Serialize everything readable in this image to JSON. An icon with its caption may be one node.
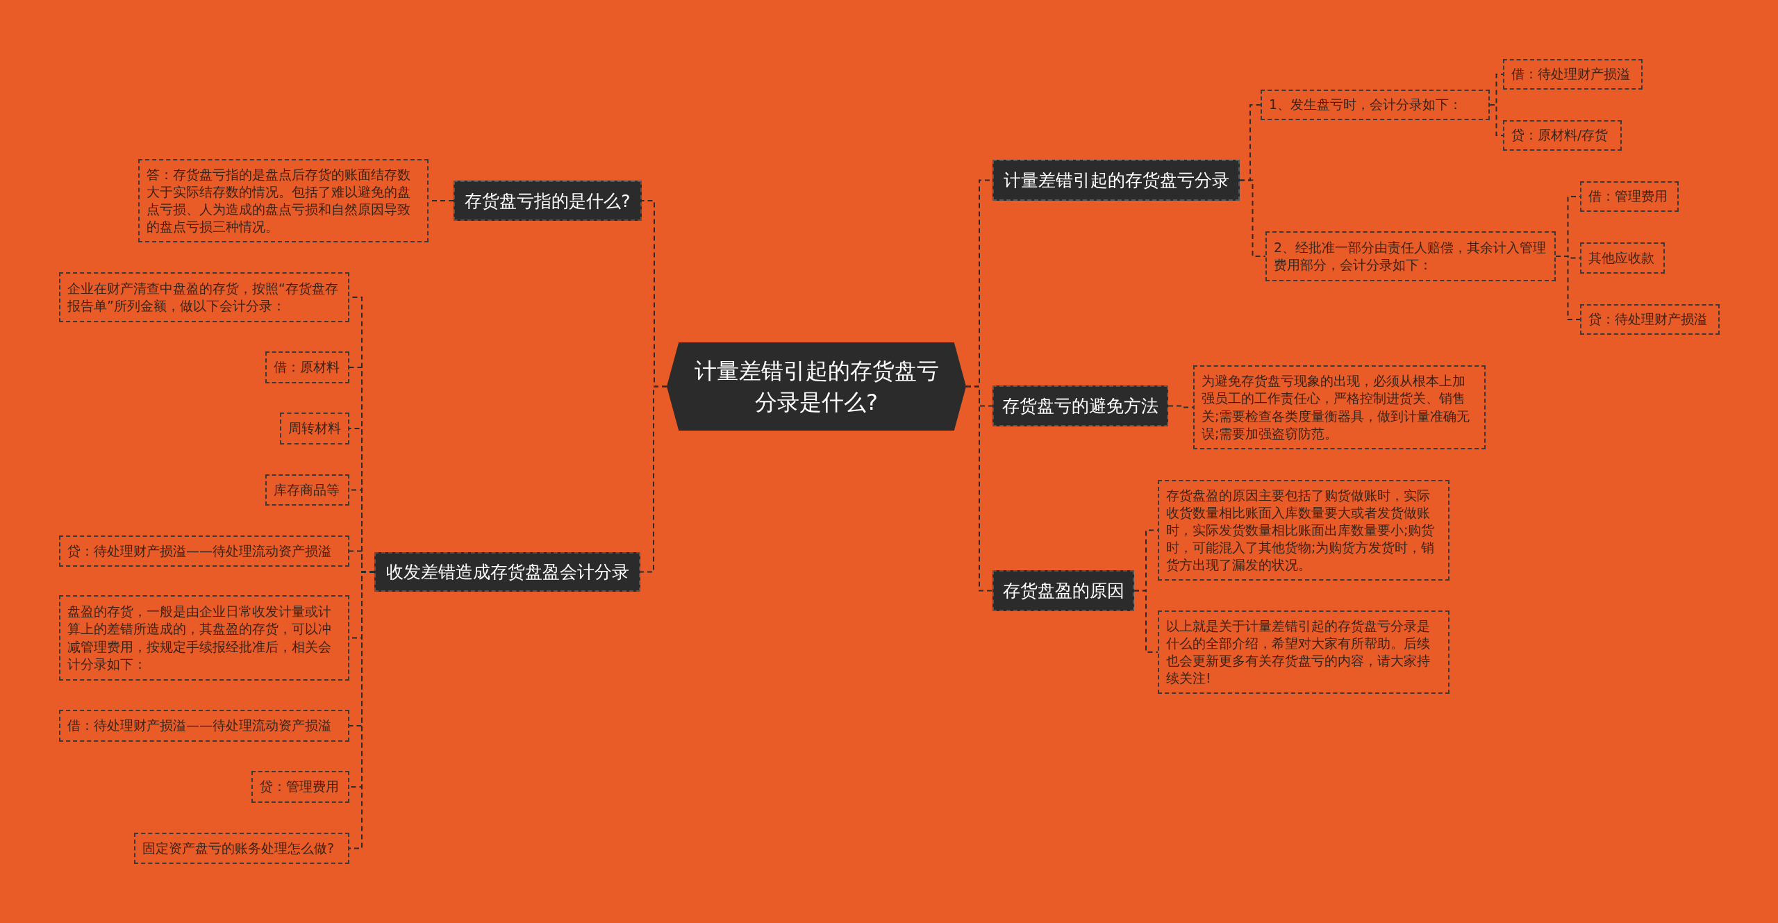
{
  "diagram": {
    "nodes": [
      {
        "text": [
          "计量差错引起的存货盘亏分录是什么?"
        ]
      },
      {
        "text": [
          "存货盘亏指的是什么?"
        ]
      },
      {
        "text": [
          "答：存货盘亏指的是盘点后存货的账面结存数大于实际结存数的情况。包括了难以避免的盘点亏损、人为造成的盘点亏损和自然原因导致的盘点亏损三种情况。"
        ]
      },
      {
        "text": [
          "收发差错造成存货盘盈会计分录"
        ]
      },
      {
        "text": [
          "企业在财产清查中盘盈的存货，按照“存货盘存报告单”所列金额，做以下会计分录："
        ]
      },
      {
        "text": [
          "借：原材料"
        ]
      },
      {
        "text": [
          "周转材料"
        ]
      },
      {
        "text": [
          "库存商品等"
        ]
      },
      {
        "text": [
          "贷：待处理财产损溢——待处理流动资产损溢"
        ]
      },
      {
        "text": [
          "盘盈的存货，一般是由企业日常收发计量或计算上的差错所造成的，其盘盈的存货，可以冲减管理费用，按规定手续报经批准后，相关会计分录如下："
        ]
      },
      {
        "text": [
          "借：待处理财产损溢——待处理流动资产损溢"
        ]
      },
      {
        "text": [
          "贷：管理费用"
        ]
      },
      {
        "text": [
          "固定资产盘亏的账务处理怎么做?"
        ]
      },
      {
        "text": [
          "计量差错引起的存货盘亏分录"
        ]
      },
      {
        "text": [
          "1、发生盘亏时，会计分录如下："
        ]
      },
      {
        "text": [
          "借：待处理财产损溢"
        ]
      },
      {
        "text": [
          "贷：原材料/存货"
        ]
      },
      {
        "text": [
          "2、经批准一部分由责任人赔偿，其余计入管理费用部分，会计分录如下："
        ]
      },
      {
        "text": [
          "借：管理费用"
        ]
      },
      {
        "text": [
          "其他应收款"
        ]
      },
      {
        "text": [
          "贷：待处理财产损溢"
        ]
      },
      {
        "text": [
          "存货盘亏的避免方法"
        ]
      },
      {
        "text": [
          "为避免存货盘亏现象的出现，必须从根本上加强员工的工作责任心，严格控制进货关、销售关;需要检查各类度量衡器具，做到计量准确无误;需要加强盗窃防范。"
        ]
      },
      {
        "text": [
          "存货盘盈的原因"
        ]
      },
      {
        "text": [
          "存货盘盈的原因主要包括了购货做账时，实际收货数量相比账面入库数量要大或者发货做账时，实际发货数量相比账面出库数量要小;购货时，可能混入了其他货物;为购货方发货时，销货方出现了漏发的状况。"
        ]
      },
      {
        "text": [
          "以上就是关于计量差错引起的存货盘亏分录是什么的全部介绍，希望对大家有所帮助。后续也会更新更多有关存货盘亏的内容，请大家持续关注!"
        ]
      }
    ],
    "edges": [
      {
        "from": 0,
        "to": 1,
        "arrow": "none"
      },
      {
        "from": 1,
        "to": 2,
        "arrow": "none"
      },
      {
        "from": 0,
        "to": 3,
        "arrow": "none"
      },
      {
        "from": 3,
        "to": 4,
        "arrow": "none"
      },
      {
        "from": 3,
        "to": 5,
        "arrow": "none"
      },
      {
        "from": 3,
        "to": 6,
        "arrow": "none"
      },
      {
        "from": 3,
        "to": 7,
        "arrow": "none"
      },
      {
        "from": 3,
        "to": 8,
        "arrow": "none"
      },
      {
        "from": 3,
        "to": 9,
        "arrow": "none"
      },
      {
        "from": 3,
        "to": 10,
        "arrow": "none"
      },
      {
        "from": 3,
        "to": 11,
        "arrow": "none"
      },
      {
        "from": 3,
        "to": 12,
        "arrow": "none"
      },
      {
        "from": 0,
        "to": 13,
        "arrow": "none"
      },
      {
        "from": 13,
        "to": 14,
        "arrow": "none"
      },
      {
        "from": 14,
        "to": 15,
        "arrow": "none"
      },
      {
        "from": 14,
        "to": 16,
        "arrow": "none"
      },
      {
        "from": 13,
        "to": 17,
        "arrow": "none"
      },
      {
        "from": 17,
        "to": 18,
        "arrow": "none"
      },
      {
        "from": 17,
        "to": 19,
        "arrow": "none"
      },
      {
        "from": 17,
        "to": 20,
        "arrow": "none"
      },
      {
        "from": 0,
        "to": 21,
        "arrow": "none"
      },
      {
        "from": 21,
        "to": 22,
        "arrow": "none"
      },
      {
        "from": 0,
        "to": 23,
        "arrow": "none"
      },
      {
        "from": 23,
        "to": 24,
        "arrow": "none"
      },
      {
        "from": 23,
        "to": 25,
        "arrow": "none"
      }
    ]
  }
}
